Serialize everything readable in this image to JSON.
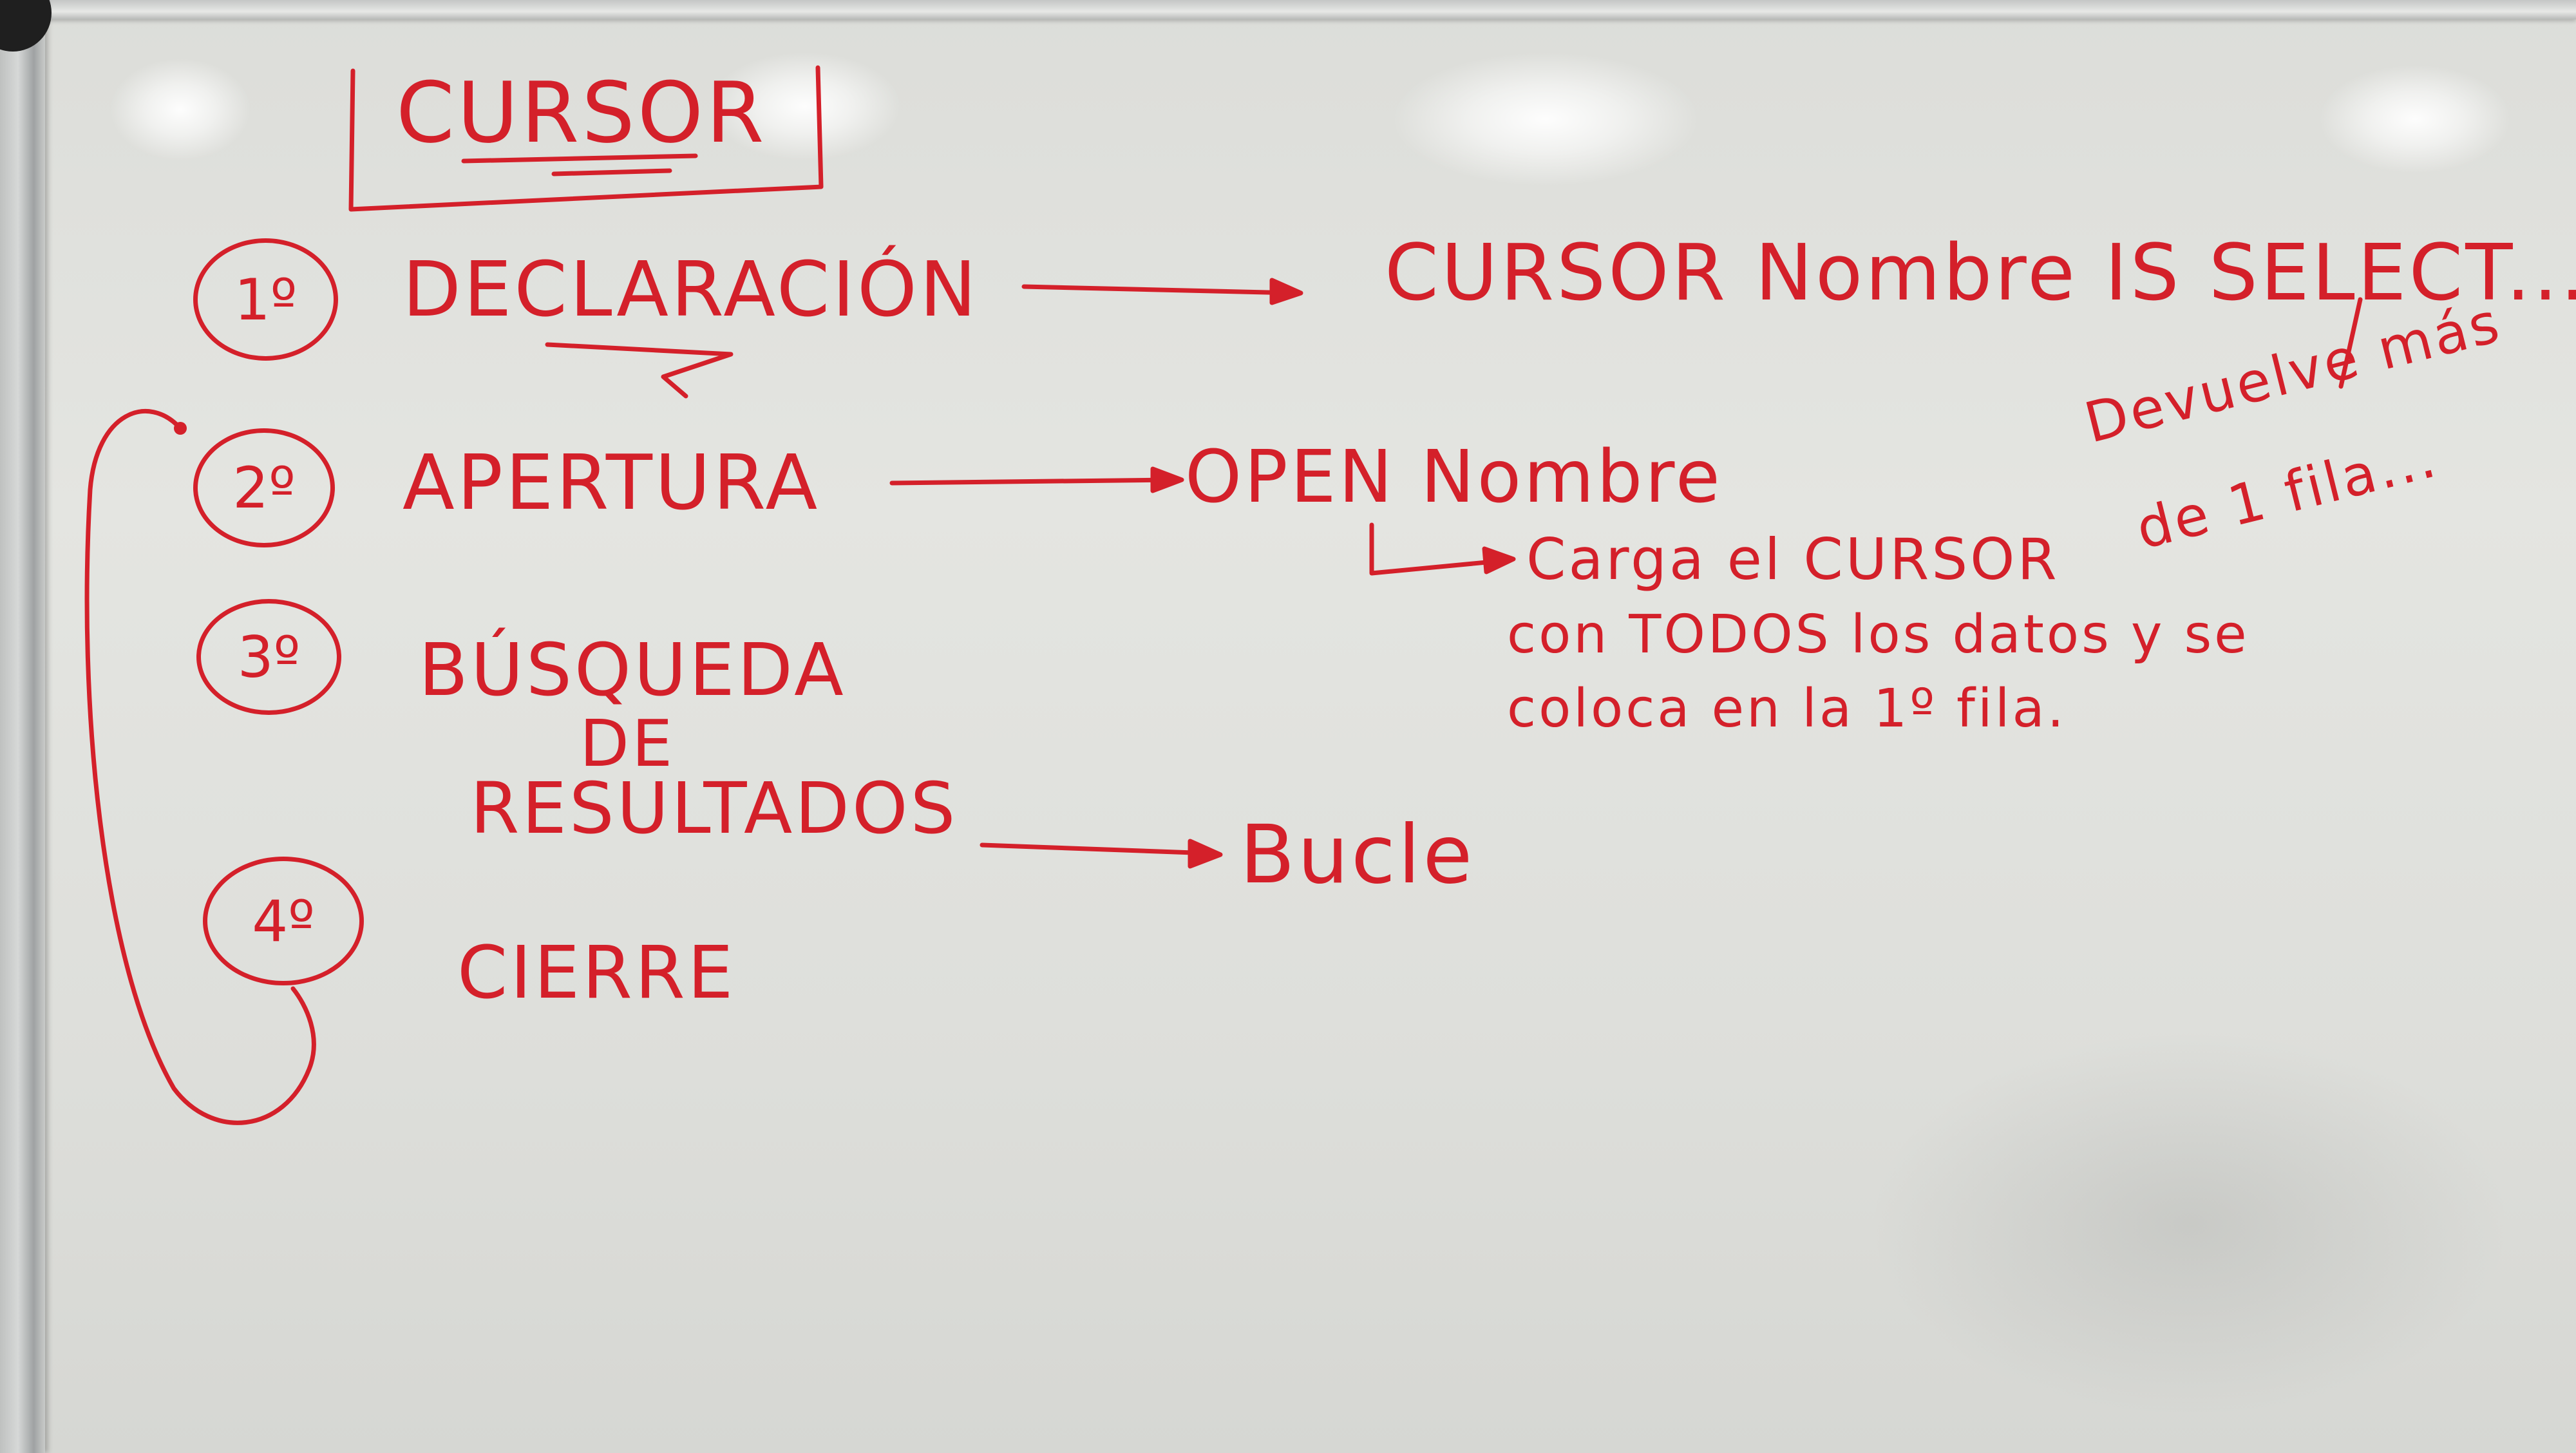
{
  "board": {
    "title": "CURSOR",
    "ink_color": "#d4202a",
    "steps": [
      {
        "number": "1º",
        "label": "DECLARACIÓN"
      },
      {
        "number": "2º",
        "label": "APERTURA"
      },
      {
        "number": "3º",
        "label_line1": "BÚSQUEDA",
        "label_line2": "DE",
        "label_line3": "RESULTADOS"
      },
      {
        "number": "4º",
        "label": "CIERRE"
      }
    ],
    "declaracion_result": "CURSOR Nombre IS SELECT...",
    "apertura_result": "OPEN Nombre",
    "apertura_note_line1": "Carga el CURSOR",
    "apertura_note_line2": "con TODOS los datos y se",
    "apertura_note_line3": "coloca en la 1º fila.",
    "select_note_line1": "Devuelve más",
    "select_note_line2": "de 1 fila...",
    "busqueda_result": "Bucle"
  }
}
